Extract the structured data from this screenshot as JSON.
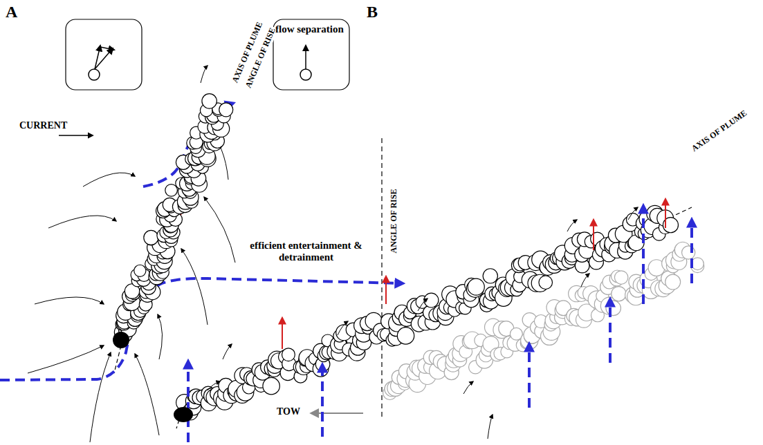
{
  "diagram": {
    "labels": [
      "A",
      "B",
      "AXIS OF PLUME",
      "ANGLE OF RISE",
      "flow separation",
      "CURRENT",
      "efficient entertainment & detrainment",
      "ANGLE OF RISE",
      "AXIS OF PLUME",
      "TOW"
    ]
  }
}
